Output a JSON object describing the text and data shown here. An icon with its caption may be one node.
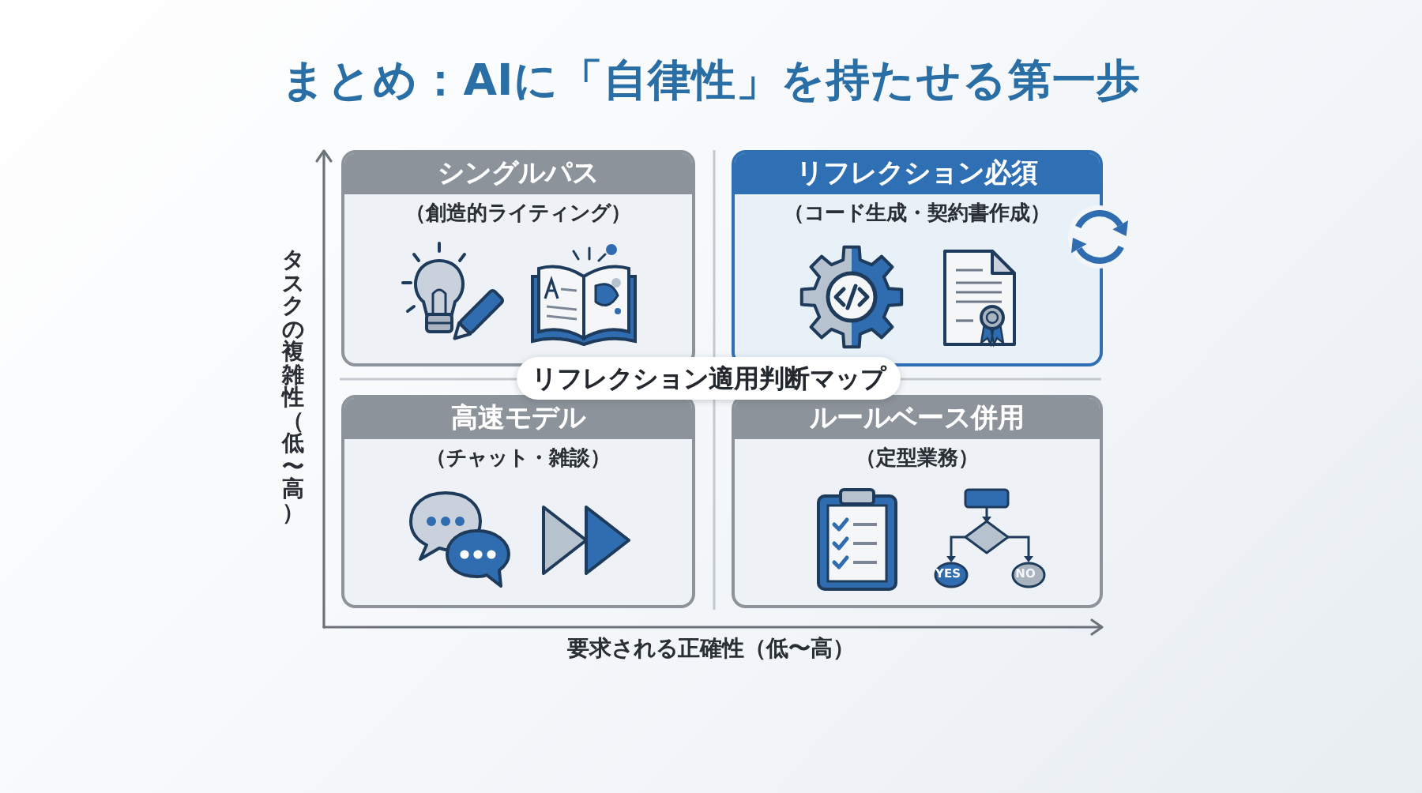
{
  "diagram": {
    "title": "まとめ：AIに「自律性」を持たせる第一歩",
    "nodes": [
      {
        "text": [
          "シングルパス",
          "（創造的ライティング）"
        ]
      },
      {
        "text": [
          "リフレクション必須",
          "（コード生成・契約書作成）"
        ]
      },
      {
        "text": [
          "高速モデル",
          "（チャット・雑談）"
        ]
      },
      {
        "text": [
          "ルールベース併用",
          "（定型業務）"
        ]
      },
      {
        "text": [
          "リフレクション適用判断マップ"
        ]
      }
    ],
    "labels": [
      "タスクの複雑性（低〜高）",
      "YES",
      "NO",
      "要求される正確性（低〜高）"
    ]
  }
}
